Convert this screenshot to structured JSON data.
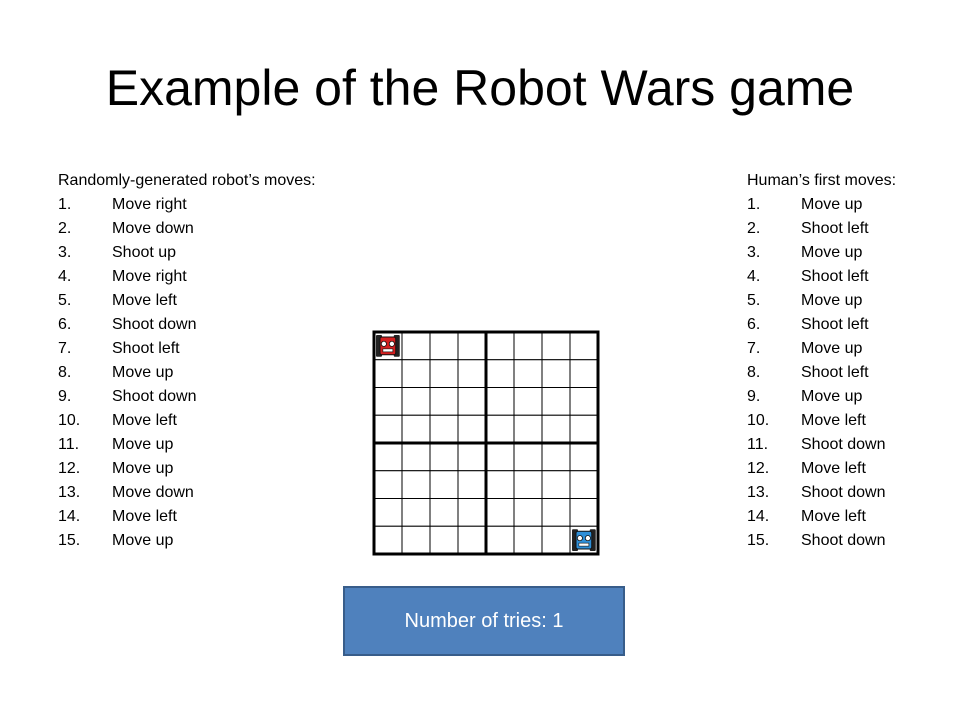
{
  "title": "Example of the Robot Wars game",
  "robot_moves": {
    "heading": "Randomly-generated robot’s moves:",
    "items": [
      {
        "num": "1.",
        "text": "Move right"
      },
      {
        "num": "2.",
        "text": "Move down"
      },
      {
        "num": "3.",
        "text": "Shoot up"
      },
      {
        "num": "4.",
        "text": "Move right"
      },
      {
        "num": "5.",
        "text": "Move left"
      },
      {
        "num": "6.",
        "text": "Shoot down"
      },
      {
        "num": "7.",
        "text": "Shoot left"
      },
      {
        "num": "8.",
        "text": "Move up"
      },
      {
        "num": "9.",
        "text": "Shoot down"
      },
      {
        "num": "10.",
        "text": "Move left"
      },
      {
        "num": "11.",
        "text": "Move up"
      },
      {
        "num": "12.",
        "text": "Move up"
      },
      {
        "num": "13.",
        "text": "Move down"
      },
      {
        "num": "14.",
        "text": "Move left"
      },
      {
        "num": "15.",
        "text": "Move up"
      }
    ]
  },
  "human_moves": {
    "heading": "Human’s first moves:",
    "items": [
      {
        "num": "1.",
        "text": "Move up"
      },
      {
        "num": "2.",
        "text": "Shoot left"
      },
      {
        "num": "3.",
        "text": "Move up"
      },
      {
        "num": "4.",
        "text": "Shoot left"
      },
      {
        "num": "5.",
        "text": "Move up"
      },
      {
        "num": "6.",
        "text": "Shoot left"
      },
      {
        "num": "7.",
        "text": "Move up"
      },
      {
        "num": "8.",
        "text": "Shoot left"
      },
      {
        "num": "9.",
        "text": "Move up"
      },
      {
        "num": "10.",
        "text": "Move left"
      },
      {
        "num": "11.",
        "text": "Shoot down"
      },
      {
        "num": "12.",
        "text": "Move left"
      },
      {
        "num": "13.",
        "text": "Shoot down"
      },
      {
        "num": "14.",
        "text": "Move left"
      },
      {
        "num": "15.",
        "text": "Shoot down"
      }
    ]
  },
  "board": {
    "rows": 8,
    "cols": 8,
    "pieces": [
      {
        "name": "red-robot-icon",
        "color": "#d42020",
        "row": 0,
        "col": 0
      },
      {
        "name": "blue-robot-icon",
        "color": "#2e8fd8",
        "row": 7,
        "col": 7
      }
    ]
  },
  "tries": {
    "label": "Number of tries: 1",
    "fill": "#4f81bd"
  }
}
